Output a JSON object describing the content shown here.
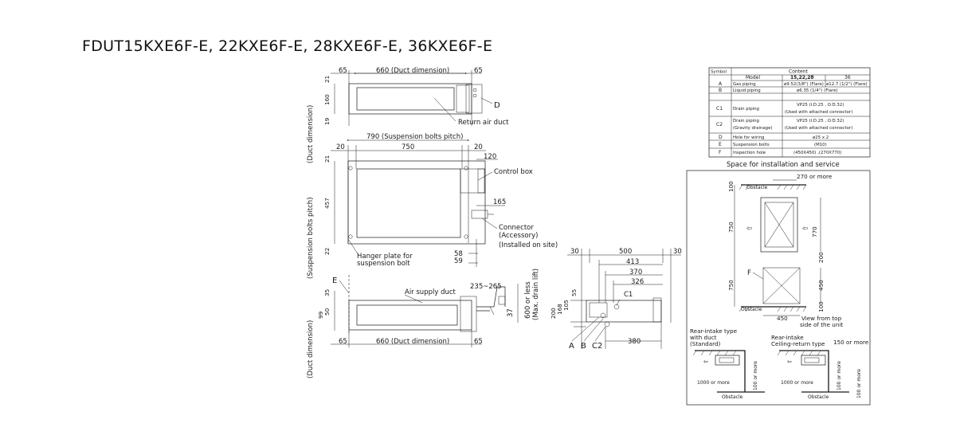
{
  "title": "FDUT15KXE6F-E, 22KXE6F-E, 28KXE6F-E, 36KXE6F-E",
  "table": {
    "header_symbol": "Symbol",
    "header_content": "Content",
    "model_label": "Model",
    "model_a": "15,22,28",
    "model_b": "36",
    "rows": [
      {
        "symbol": "A",
        "item": "Gas piping",
        "value_a": "ø9.52(3/8\") (Flare)",
        "value_b": "ø12.7 (1/2\") (Flare)"
      },
      {
        "symbol": "B",
        "item": "Liquid piping",
        "value": "ø6.35 (1/4\") (Flare)"
      },
      {
        "symbol": "C1",
        "item": "Drain piping",
        "value": "VP25 (I.D.25 , O.D.32)",
        "value2": "(Used with attached connector)"
      },
      {
        "symbol": "C2",
        "item": "Drain piping",
        "item2": "(Gravity drainage)",
        "value": "VP25 (I.D.25 , O.D.32)",
        "value2": "(Used with attached connector)"
      },
      {
        "symbol": "D",
        "item": "Hole for wiring",
        "value": "ø25 x 2"
      },
      {
        "symbol": "E",
        "item": "Suspension bolts",
        "value": "(M10)"
      },
      {
        "symbol": "F",
        "item": "Inspection hole",
        "value": "(450X450) ,(270X770)"
      }
    ]
  },
  "top_view": {
    "dim_left": "65",
    "dim_center": "660 (Duct dimension)",
    "dim_right": "65",
    "v21": "21",
    "v160": "160",
    "v19": "19",
    "side_label": "(Duct dimension)",
    "label_return": "Return air duct",
    "label_d": "D"
  },
  "plan_view": {
    "dim_pitch": "790 (Suspension bolts pitch)",
    "dim_20a": "20",
    "dim_750": "750",
    "dim_20b": "20",
    "dim_120": "120",
    "dim_165": "165",
    "dim_58": "58",
    "dim_59": "59",
    "v21": "21",
    "v457": "457",
    "v22": "22",
    "side_label": "(Suspension bolts pitch)",
    "label_control": "Control box",
    "label_connector": "Connector",
    "label_accessory": "(Accessory)",
    "label_installed": "(Installed on site)",
    "label_hanger1": "Hanger plate for",
    "label_hanger2": "suspension bolt"
  },
  "bottom_view": {
    "label_e": "E",
    "label_supply": "Air supply duct",
    "dim_235": "235~265",
    "dim_600": "600 or less",
    "dim_maxdrain": "(Max. drain lift)",
    "dim_37": "37",
    "v35": "35",
    "v50": "50",
    "v99": "99",
    "dim_left": "65",
    "dim_center": "660 (Duct dimension)",
    "dim_right": "65",
    "side_label": "(Duct dimension)"
  },
  "side_view": {
    "dim_30a": "30",
    "dim_500": "500",
    "dim_30b": "30",
    "dim_413": "413",
    "dim_370": "370",
    "dim_326": "326",
    "dim_380": "380",
    "v55": "55",
    "v105": "105",
    "v168": "168",
    "v200": "200",
    "label_c1": "C1",
    "label_a": "A",
    "label_b": "B",
    "label_c2": "C2"
  },
  "service": {
    "title": "Space for installation and service",
    "dim_270": "270 or more",
    "label_obstacle": "Obstacle",
    "v100": "100",
    "v750a": "750",
    "v770": "770",
    "v200": "200",
    "v750b": "750",
    "v450": "450",
    "v100b": "100",
    "dim_450": "450",
    "label_f": "F",
    "view1": "View from top",
    "view2": "side of the unit",
    "rear1": "Rear-intake type",
    "rear2": "with duct",
    "rear3": "(Standard)",
    "rear4": "Rear-intake",
    "rear5": "Ceiling-return type",
    "dim_150": "150 or more",
    "v100more": "100 or more",
    "v1000more": "1000 or more",
    "obstacle": "Obstacle"
  }
}
